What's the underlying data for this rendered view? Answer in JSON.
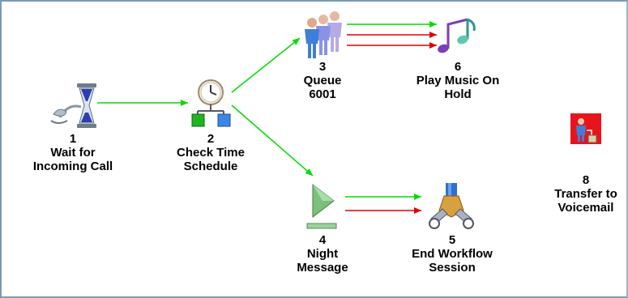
{
  "colors": {
    "success_connector": "#00dd00",
    "failure_connector": "#e00000",
    "transfer_icon_bg": "#e8141c",
    "canvas_border": "#7a9ab6"
  },
  "nodes": [
    {
      "id": "1",
      "number": "1",
      "lines": [
        "Wait for",
        "Incoming Call"
      ],
      "icon": "hourglass-phone-icon"
    },
    {
      "id": "2",
      "number": "2",
      "lines": [
        "Check Time",
        "Schedule"
      ],
      "icon": "clock-schedule-icon"
    },
    {
      "id": "3",
      "number": "3",
      "lines": [
        "Queue",
        "6001"
      ],
      "icon": "queue-people-icon"
    },
    {
      "id": "6",
      "number": "6",
      "lines": [
        "Play Music On",
        "Hold"
      ],
      "icon": "music-notes-icon"
    },
    {
      "id": "4",
      "number": "4",
      "lines": [
        "Night",
        "Message"
      ],
      "icon": "play-message-icon"
    },
    {
      "id": "5",
      "number": "5",
      "lines": [
        "End Workflow",
        "Session"
      ],
      "icon": "end-session-icon"
    },
    {
      "id": "8",
      "number": "8",
      "lines": [
        "Transfer to",
        "Voicemail"
      ],
      "icon": "transfer-voicemail-icon"
    }
  ],
  "connectors": [
    {
      "from": "1",
      "to": "2",
      "kind": "success"
    },
    {
      "from": "2",
      "to": "3",
      "kind": "success"
    },
    {
      "from": "2",
      "to": "4",
      "kind": "success"
    },
    {
      "from": "3",
      "to": "6",
      "kind": "success"
    },
    {
      "from": "3",
      "to": "6",
      "kind": "failure"
    },
    {
      "from": "3",
      "to": "6",
      "kind": "failure"
    },
    {
      "from": "4",
      "to": "5",
      "kind": "success"
    },
    {
      "from": "4",
      "to": "5",
      "kind": "failure"
    }
  ]
}
